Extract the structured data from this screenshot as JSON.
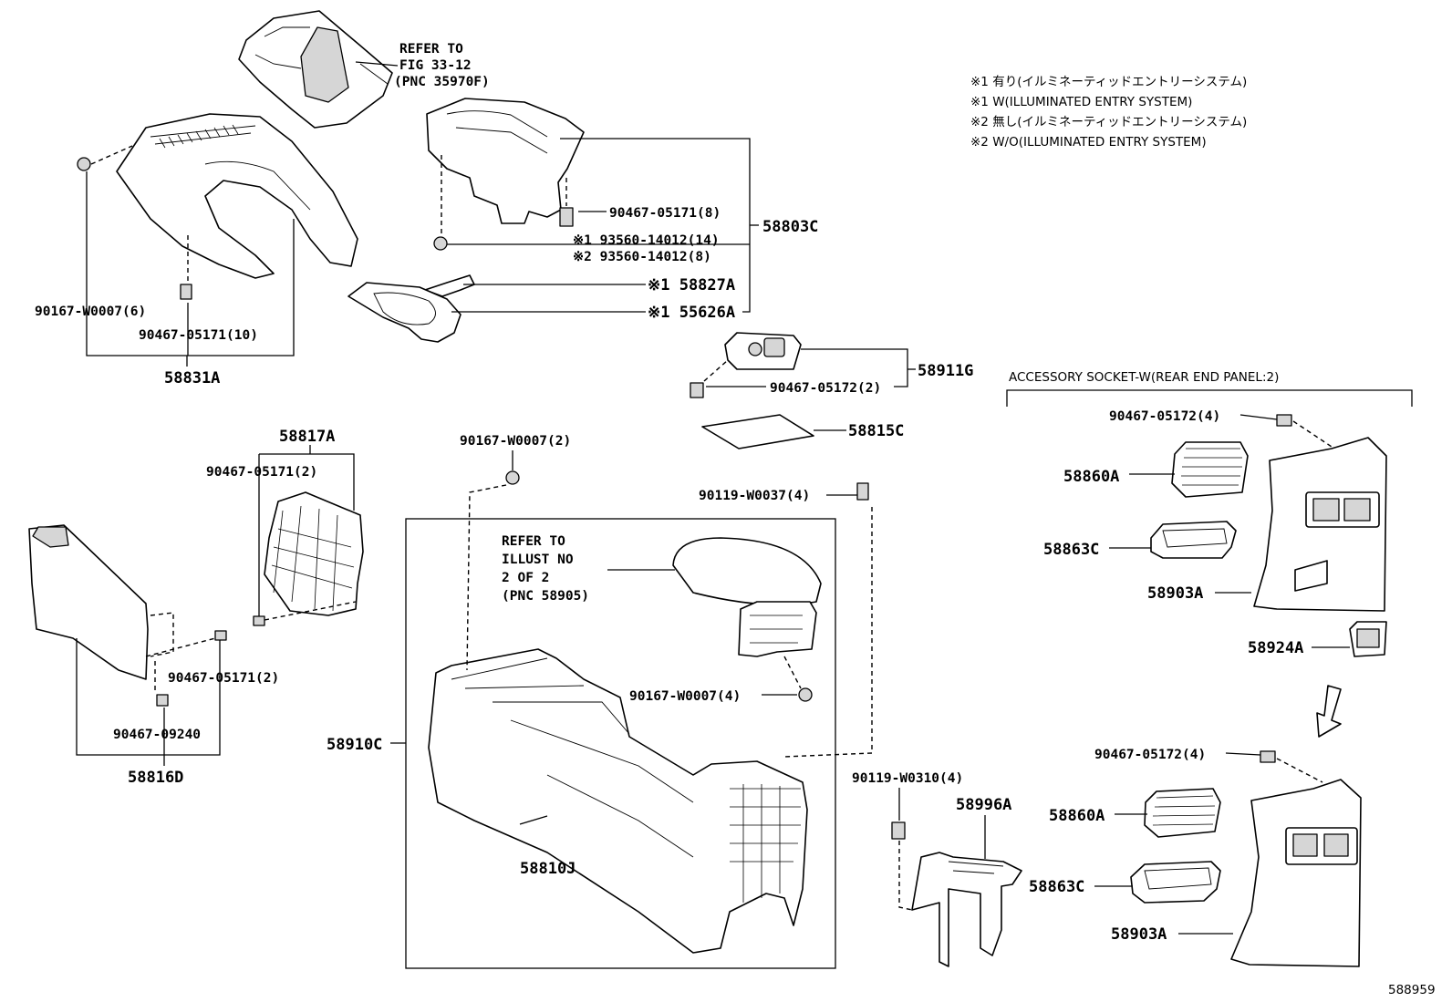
{
  "notes": [
    "※1 有り(イルミネーティッドエントリーシステム)",
    "※1 W(ILLUMINATED ENTRY SYSTEM)",
    "※2 無し(イルミネーティッドエントリーシステム)",
    "※2 W/O(ILLUMINATED ENTRY SYSTEM)"
  ],
  "refer_shift": [
    "REFER TO",
    "FIG 33-12",
    "(PNC 35970F)"
  ],
  "refer_armrest": [
    "REFER TO",
    "ILLUST NO",
    "2 OF 2",
    "(PNC 58905)"
  ],
  "accessory_header": "ACCESSORY SOCKET-W(REAR END PANEL:2)",
  "image_code": "588959",
  "labels": {
    "p90167_w0007_6": "90167-W0007(6)",
    "p90467_05171_10": "90467-05171(10)",
    "p58831A": "58831A",
    "p90467_05171_8": "90467-05171(8)",
    "p58803C": "58803C",
    "p93560_14": "※1 93560-14012(14)",
    "p93560_8": "※2 93560-14012(8)",
    "p58827A": "※1 58827A",
    "p55626A": "※1 55626A",
    "p58911G": "58911G",
    "p90467_05172_2": "90467-05172(2)",
    "p58815C": "58815C",
    "p58817A": "58817A",
    "p90467_05171_2a": "90467-05171(2)",
    "p90467_05171_2b": "90467-05171(2)",
    "p90467_09240": "90467-09240",
    "p58816D": "58816D",
    "p90167_w0007_2": "90167-W0007(2)",
    "p90119_w0037_4": "90119-W0037(4)",
    "p90167_w0007_4": "90167-W0007(4)",
    "p58910C": "58910C",
    "p58810J": "58810J",
    "p90119_w0310_4": "90119-W0310(4)",
    "p58996A": "58996A",
    "p90467_05172_4a": "90467-05172(4)",
    "p58860A_a": "58860A",
    "p58863C_a": "58863C",
    "p58903A_a": "58903A",
    "p58924A": "58924A",
    "p90467_05172_4b": "90467-05172(4)",
    "p58860A_b": "58860A",
    "p58863C_b": "58863C",
    "p58903A_b": "58903A"
  }
}
